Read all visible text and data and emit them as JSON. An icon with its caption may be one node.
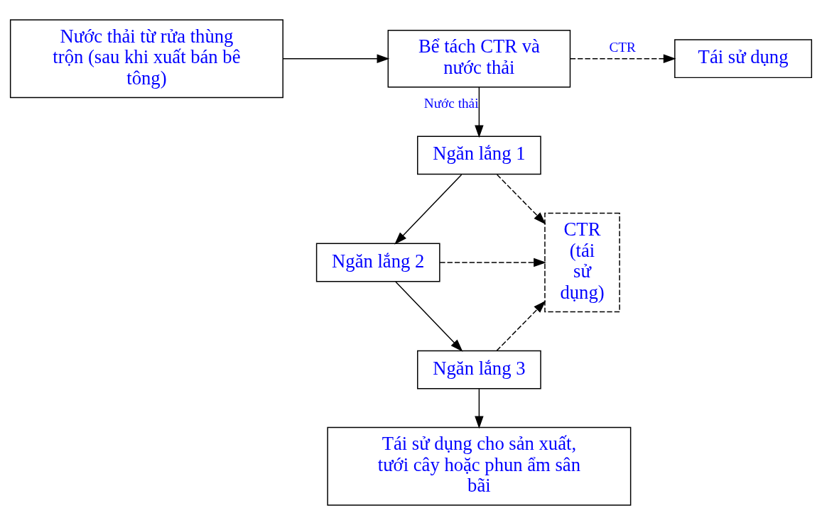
{
  "diagram": {
    "nodes": [
      {
        "text": [
          "Nước thải từ rửa thùng trộn (sau khi xuất bán bê tông)"
        ]
      },
      {
        "text": [
          "Bể tách CTR và nước thải"
        ]
      },
      {
        "text": [
          "Tái sử dụng"
        ]
      },
      {
        "text": [
          "Ngăn lắng 1"
        ]
      },
      {
        "text": [
          "Ngăn lắng 2"
        ]
      },
      {
        "text": [
          "Ngăn lắng 3"
        ]
      },
      {
        "text": [
          "Tái sử dụng cho sản xuất, tưới cây hoặc phun ẩm sân bãi"
        ]
      },
      {
        "text": [
          "CTR (tái sử dụng)"
        ]
      }
    ],
    "edges": [
      {
        "from": 0,
        "to": 1,
        "arrow": "to"
      },
      {
        "from": 1,
        "to": 2,
        "arrow": "to",
        "label": "CTR",
        "style": "dashed"
      },
      {
        "from": 1,
        "to": 3,
        "arrow": "to",
        "label": "Nước thải"
      },
      {
        "from": 3,
        "to": 4,
        "arrow": "to"
      },
      {
        "from": 4,
        "to": 5,
        "arrow": "to"
      },
      {
        "from": 5,
        "to": 6,
        "arrow": "to"
      },
      {
        "from": 3,
        "to": 7,
        "arrow": "to",
        "style": "dashed"
      },
      {
        "from": 4,
        "to": 7,
        "arrow": "to",
        "style": "dashed"
      },
      {
        "from": 5,
        "to": 7,
        "arrow": "to",
        "style": "dashed"
      }
    ]
  }
}
